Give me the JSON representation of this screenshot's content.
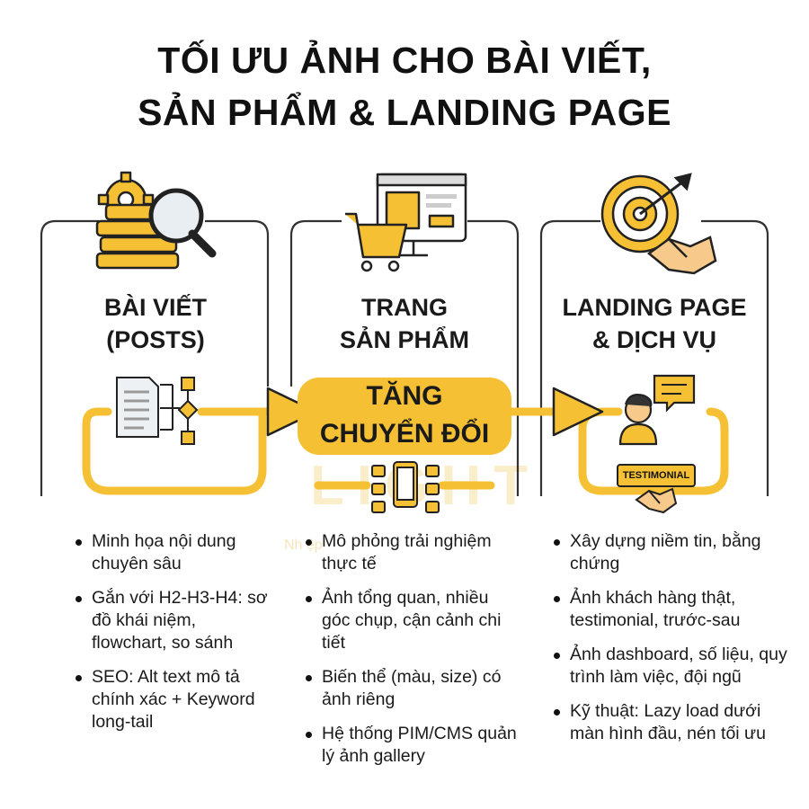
{
  "title": {
    "line1": "TỐI ƯU ẢNH CHO BÀI VIẾT,",
    "line2": "SẢN PHẨM & LANDING PAGE"
  },
  "columns": [
    {
      "title_line1": "BÀI VIẾT",
      "title_line2": "(POSTS)",
      "icon": "gear-books-magnifier-icon",
      "bullets": [
        "Minh họa nội dung chuyên sâu",
        "Gắn với H2-H3-H4: sơ đồ khái niệm, flowchart, so sánh",
        "SEO: Alt text mô tả chính xác + Keyword long-tail"
      ]
    },
    {
      "title_line1": "TRANG",
      "title_line2": "SẢN PHẨM",
      "icon": "shopping-cart-monitor-icon",
      "bullets": [
        "Mô phỏng trải nghiệm thực tế",
        "Ảnh tổng quan, nhiều góc chụp, cận cảnh chi tiết",
        "Biến thể (màu, size) có ảnh riêng",
        "Hệ thống PIM/CMS quản lý ảnh gallery"
      ]
    },
    {
      "title_line1": "LANDING PAGE",
      "title_line2": "& DỊCH VỤ",
      "icon": "target-handshake-icon",
      "bullets": [
        "Xây dựng niềm tin, bằng chứng",
        "Ảnh khách hàng thật, testimonial, trước-sau",
        "Ảnh dashboard, số liệu, quy trình làm việc, đội ngũ",
        "Kỹ thuật: Lazy load dưới màn hình đầu, nén tối ưu"
      ]
    }
  ],
  "center": {
    "line1": "TĂNG",
    "line2": "CHUYỂN ĐỔI"
  },
  "badge": "TESTIMONIAL",
  "watermark": {
    "logo": "LIGHT",
    "tagline": "Nh                        ệp"
  },
  "colors": {
    "accent": "#f5c033",
    "stroke": "#222222",
    "frame": "#333333"
  }
}
